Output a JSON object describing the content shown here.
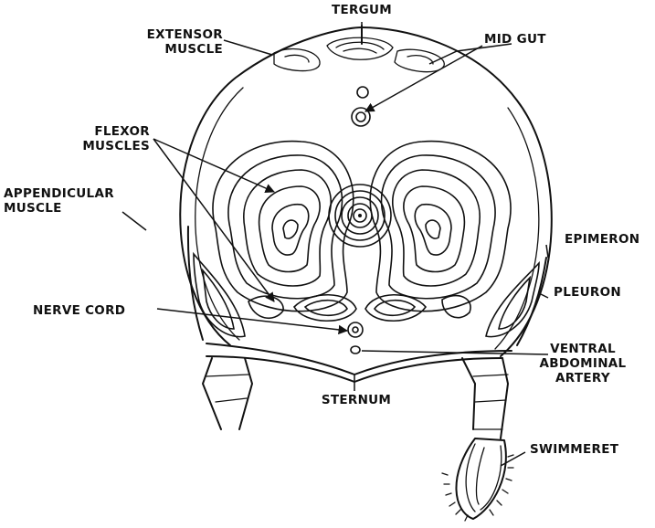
{
  "labels": {
    "tergum": "TERGUM",
    "extensor_muscle": "EXTENSOR\nMUSCLE",
    "mid_gut": "MID GUT",
    "flexor_muscles": "FLEXOR\nMUSCLES",
    "appendicular_muscle": "APPENDICULAR\nMUSCLE",
    "epimeron": "EPIMERON",
    "pleuron": "PLEURON",
    "nerve_cord": "NERVE CORD",
    "ventral_abdominal_artery": "VENTRAL\nABDOMINAL\nARTERY",
    "sternum": "STERNUM",
    "swimmeret": "SWIMMERET"
  }
}
